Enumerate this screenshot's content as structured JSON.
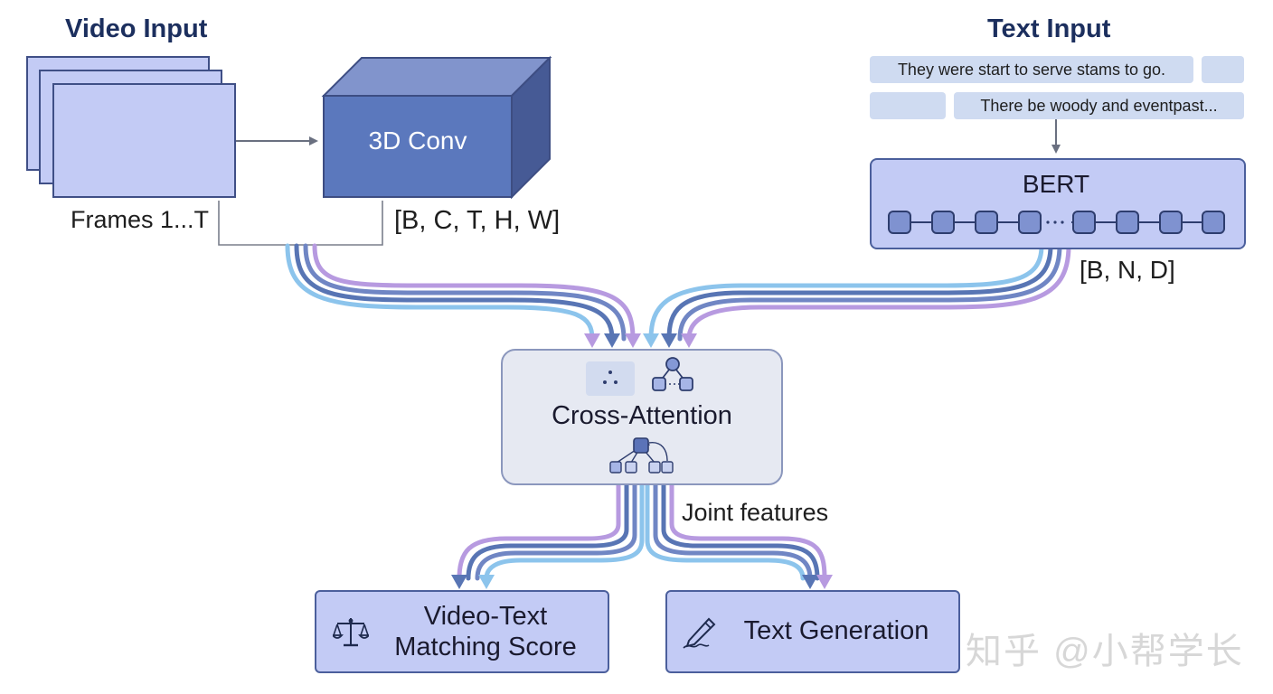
{
  "video_input": {
    "title": "Video Input",
    "frames_label": "Frames 1...T",
    "conv_label": "3D Conv",
    "shape_label": "[B, C, T, H, W]"
  },
  "text_input": {
    "title": "Text Input",
    "sentence_1": "They were start to serve stams to go.",
    "sentence_2": "There be woody and eventpast...",
    "encoder_label": "BERT",
    "shape_label": "[B, N, D]"
  },
  "fusion": {
    "label": "Cross-Attention",
    "output_label": "Joint features"
  },
  "outputs": {
    "matching_line_1": "Video-Text",
    "matching_line_2": "Matching Score",
    "generation_label": "Text Generation"
  },
  "watermark": "知乎 @小帮学长",
  "colors": {
    "box_fill": "#c3cbf5",
    "box_border": "#4b5f9c",
    "conv_front": "#5b78bd",
    "flow_light_blue": "#8cc4ec",
    "flow_blue": "#5875b4",
    "flow_purple": "#b79ae0",
    "title_text": "#1c2f5e"
  }
}
